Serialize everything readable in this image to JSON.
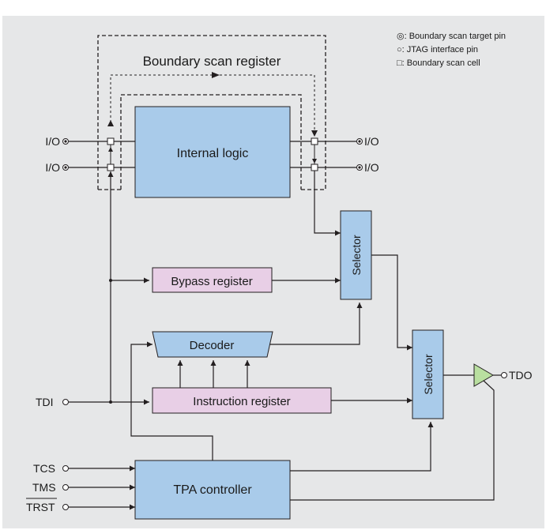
{
  "colors": {
    "background": "#e6e7e8",
    "block_fill": "#a9cbea",
    "register_fill": "#e8cfe6",
    "buffer_fill": "#b9dfa0",
    "line": "#231f20"
  },
  "title": "Boundary scan register",
  "legend": {
    "target_pin": "◎: Boundary scan target pin",
    "jtag_pin": "○: JTAG interface pin",
    "scan_cell": "□: Boundary scan cell"
  },
  "blocks": {
    "internal_logic": "Internal logic",
    "bypass_register": "Bypass register",
    "decoder": "Decoder",
    "instruction_register": "Instruction register",
    "tpa_controller": "TPA controller",
    "selector_1": "Selector",
    "selector_2": "Selector"
  },
  "pins": {
    "io_left_1": "I/O",
    "io_left_2": "I/O",
    "io_right_1": "I/O",
    "io_right_2": "I/O",
    "tdi": "TDI",
    "tdo": "TDO",
    "tcs": "TCS",
    "tms": "TMS",
    "trst": "TRST"
  }
}
